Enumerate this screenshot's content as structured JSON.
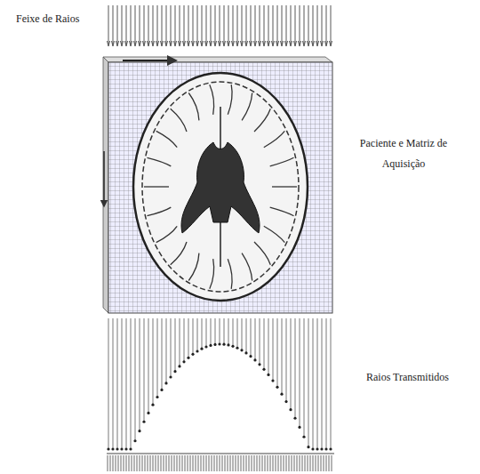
{
  "diagram": {
    "labels": [
      "Feixe de Raios",
      "Paciente e Matriz de Aquisição",
      "Raios Transmitidos"
    ]
  }
}
